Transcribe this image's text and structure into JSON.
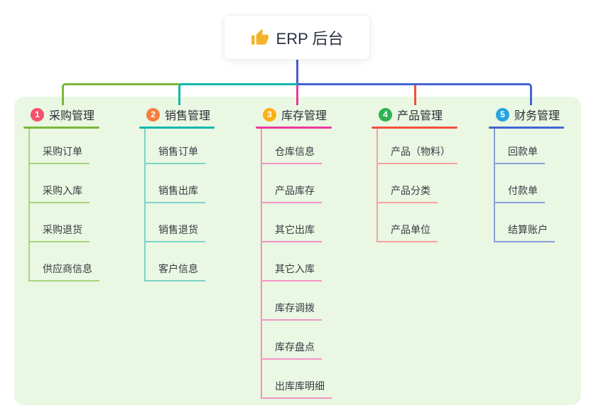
{
  "root": {
    "title": "ERP 后台",
    "icon": "thumbs-up"
  },
  "colors": {
    "panel_bg": "#e9f7e3",
    "root_line": "#4b5ed0",
    "icon_gold": "#f3b32a",
    "header_text": "#2d2d35",
    "child_text": "#3a3a42"
  },
  "branches": [
    {
      "index": "1",
      "label": "采购管理",
      "badge_color": "#f4516c",
      "line_color": "#7ab83a",
      "light_color": "#a9d57f",
      "children": [
        "采购订单",
        "采购入库",
        "采购退货",
        "供应商信息"
      ]
    },
    {
      "index": "2",
      "label": "销售管理",
      "badge_color": "#f67d3c",
      "line_color": "#14b8ab",
      "light_color": "#7ed3c9",
      "children": [
        "销售订单",
        "销售出库",
        "销售退货",
        "客户信息"
      ]
    },
    {
      "index": "3",
      "label": "库存管理",
      "badge_color": "#fbb115",
      "line_color": "#ea3a9b",
      "light_color": "#f393c7",
      "children": [
        "仓库信息",
        "产品库存",
        "其它出库",
        "其它入库",
        "库存调拨",
        "库存盘点",
        "出库库明细"
      ]
    },
    {
      "index": "4",
      "label": "产品管理",
      "badge_color": "#2eb354",
      "line_color": "#f2503e",
      "light_color": "#f8a29b",
      "children": [
        "产品（物料）",
        "产品分类",
        "产品单位"
      ]
    },
    {
      "index": "5",
      "label": "财务管理",
      "badge_color": "#28a3e0",
      "line_color": "#4464d2",
      "light_color": "#8ba0d8",
      "children": [
        "回款单",
        "付款单",
        "结算账户"
      ]
    }
  ]
}
